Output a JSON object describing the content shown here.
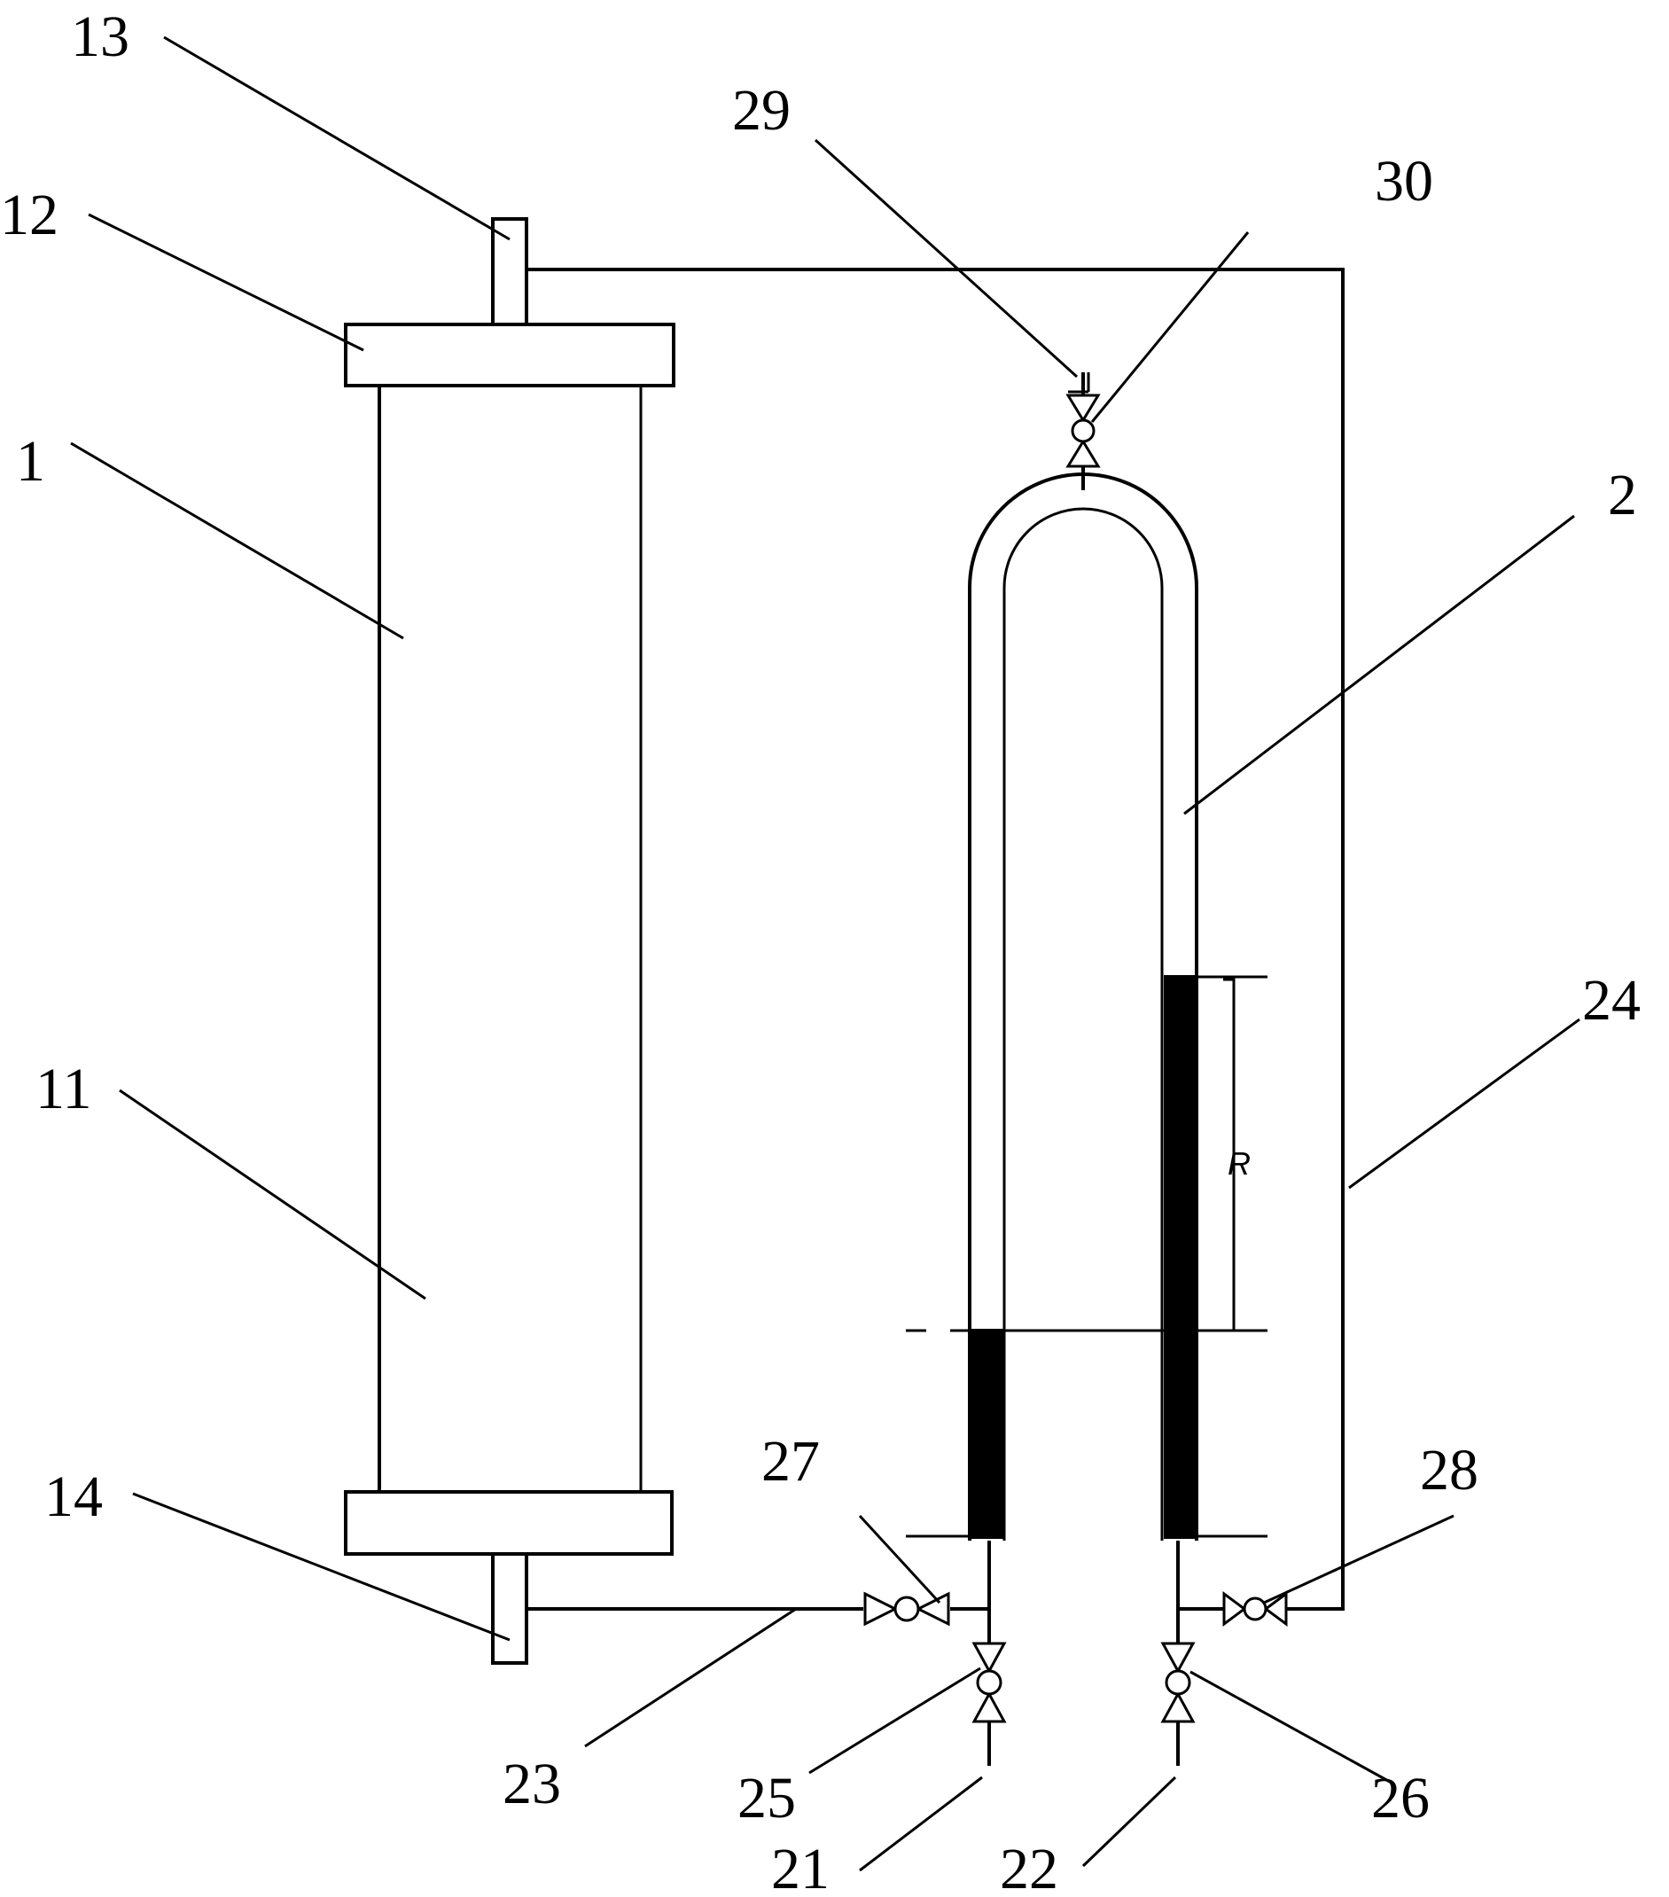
{
  "labels": {
    "n1": "1",
    "n2": "2",
    "n11": "11",
    "n12": "12",
    "n13": "13",
    "n14": "14",
    "n21": "21",
    "n22": "22",
    "n23": "23",
    "n24": "24",
    "n25": "25",
    "n26": "26",
    "n27": "27",
    "n28": "28",
    "n29": "29",
    "n30": "30",
    "r": "R"
  }
}
